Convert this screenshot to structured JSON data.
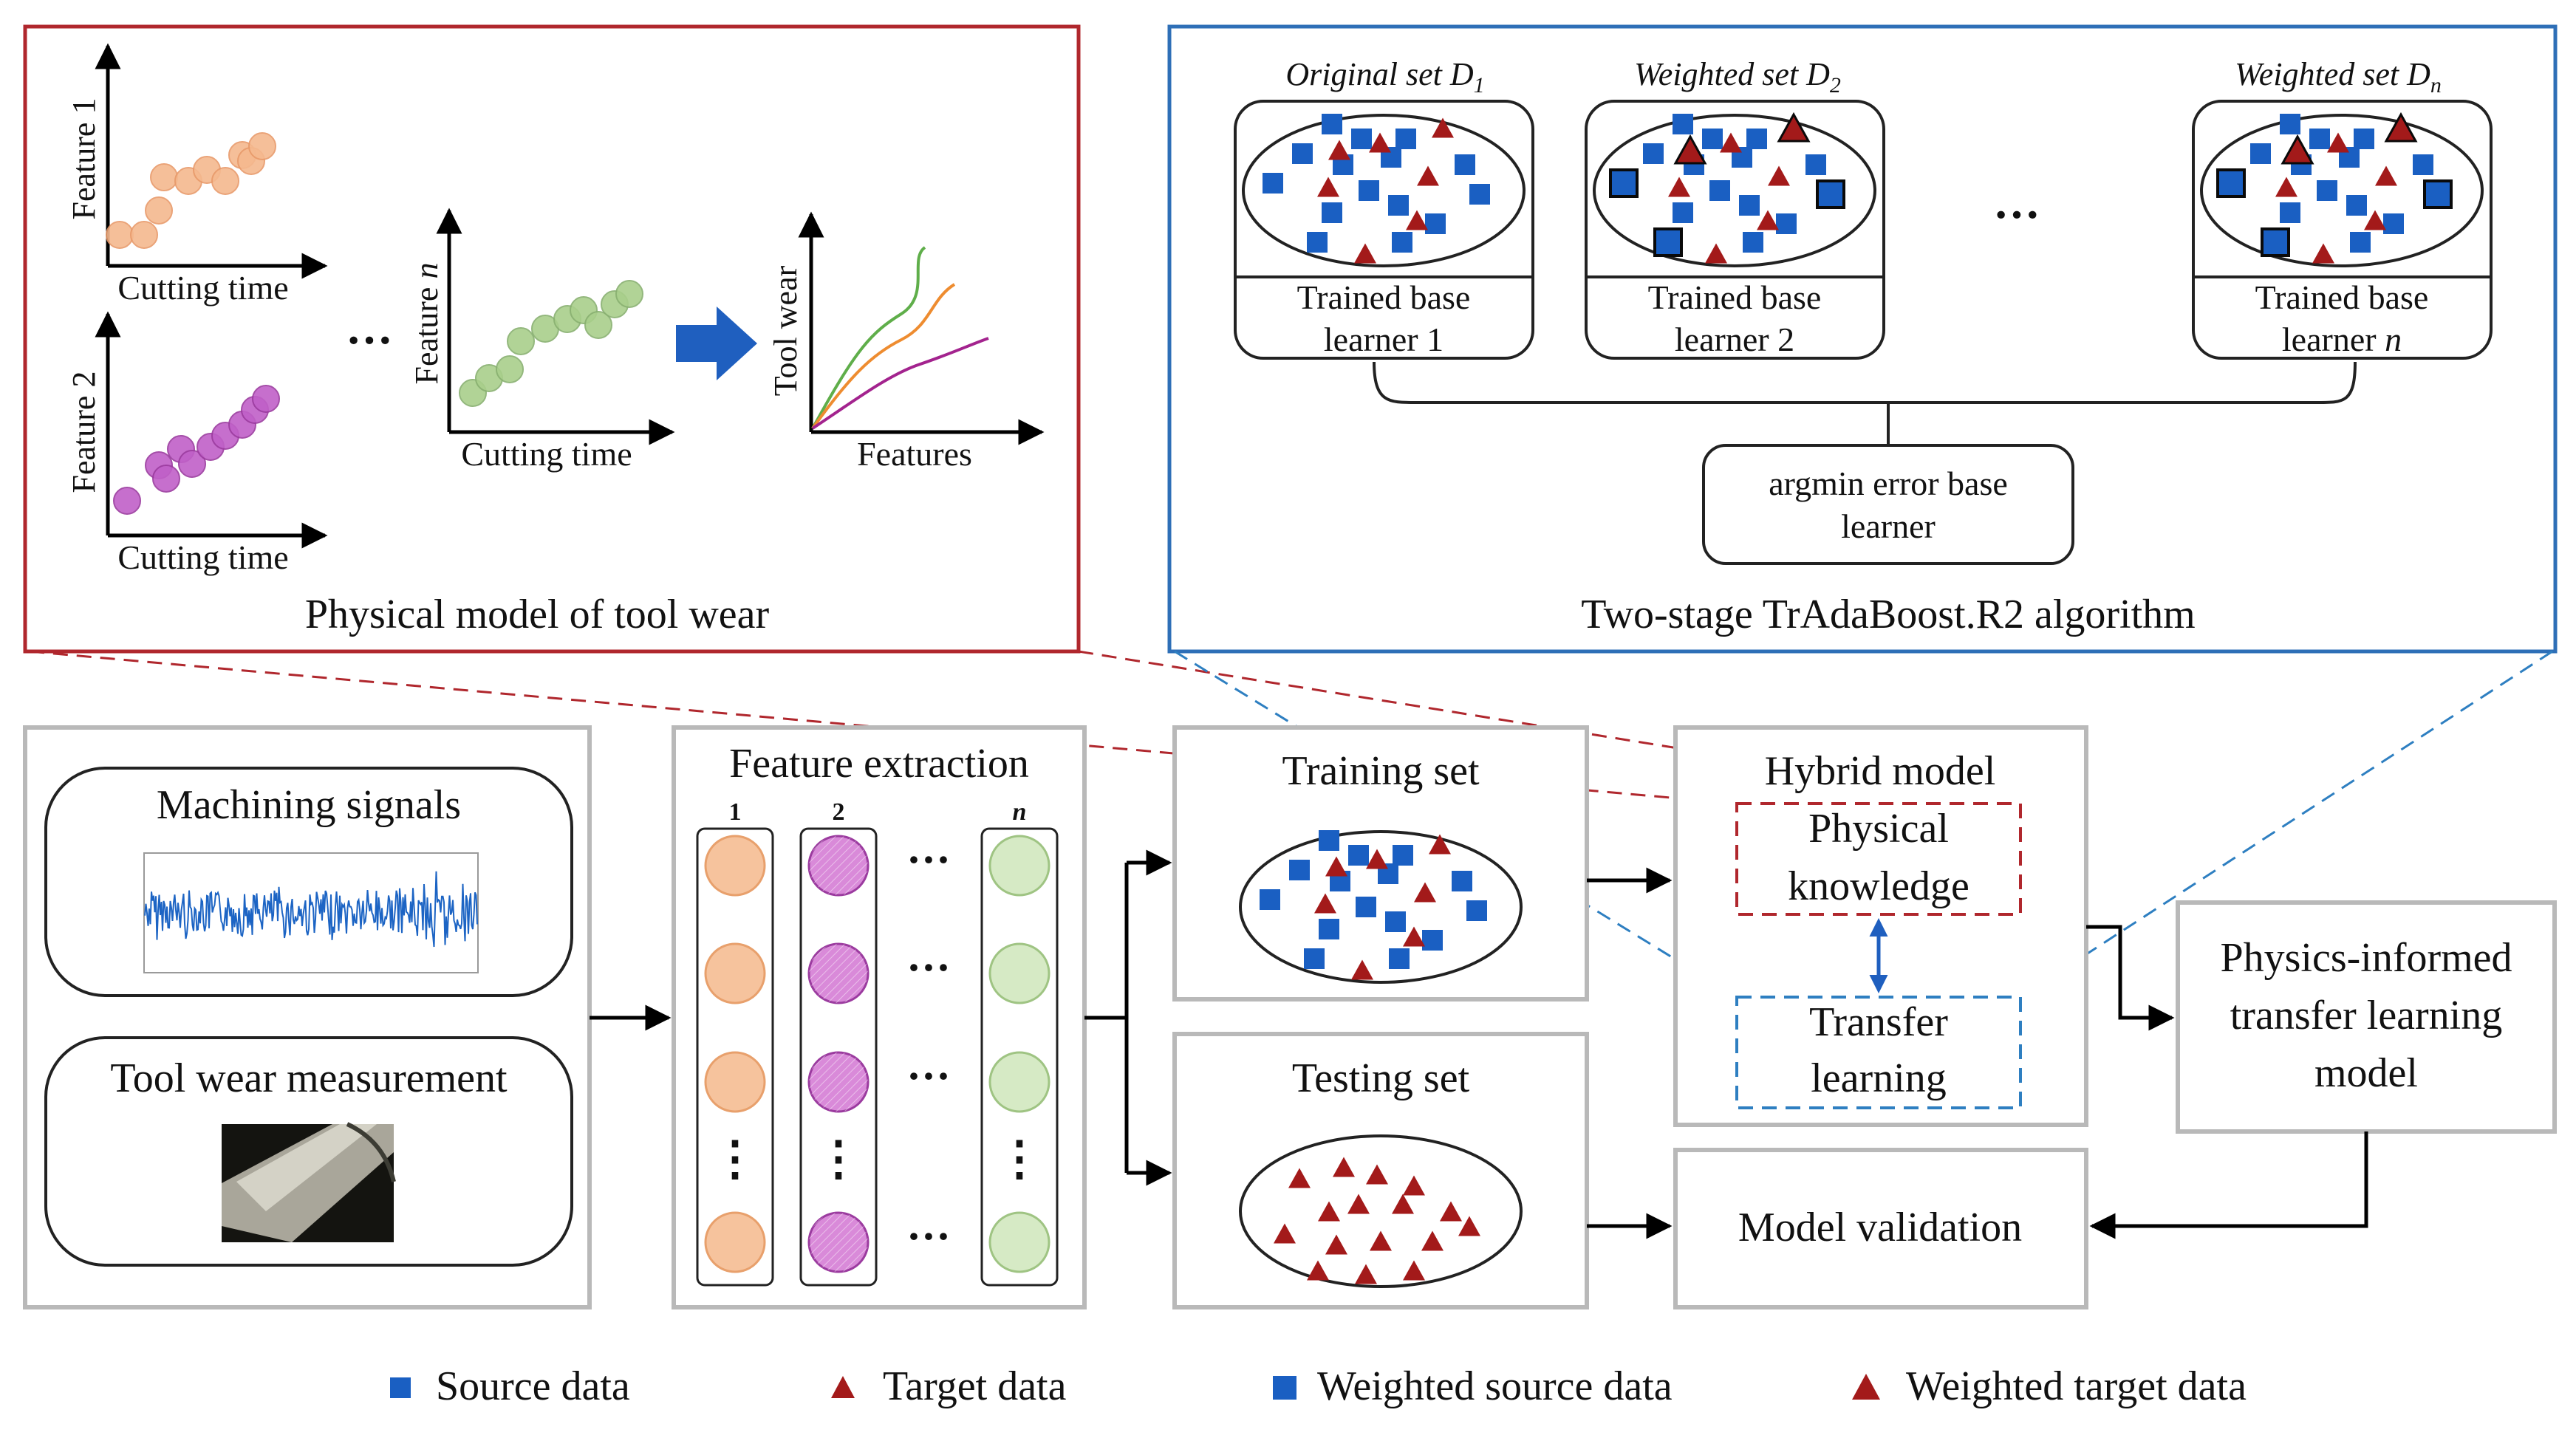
{
  "physical_panel": {
    "title": "Physical model of tool wear",
    "plot1": {
      "ylabel": "Feature 1",
      "xlabel": "Cutting time"
    },
    "plot2": {
      "ylabel": "Feature 2",
      "xlabel": "Cutting time"
    },
    "plotn": {
      "ylabel": "Feature n",
      "xlabel": "Cutting time"
    },
    "curve_plot": {
      "ylabel": "Tool wear",
      "xlabel": "Features"
    },
    "ellipsis": "···",
    "colors": {
      "peach": "#f5b98f",
      "magenta": "#c060c8",
      "green": "#a9cf8b",
      "arrow": "#1f5fbf",
      "frame": "#b0272d"
    }
  },
  "tradaboost_panel": {
    "title": "Two-stage TrAdaBoost.R2 algorithm",
    "sets": [
      {
        "set_label": "Original set D",
        "subscript": "1",
        "learner_line1": "Trained base",
        "learner_line2": "learner 1"
      },
      {
        "set_label": "Weighted set D",
        "subscript": "2",
        "learner_line1": "Trained base",
        "learner_line2": "learner 2"
      },
      {
        "set_label": "Weighted set D",
        "subscript": "n",
        "learner_line1": "Trained base",
        "learner_line2": "learner n"
      }
    ],
    "ellipsis": "···",
    "argmin_line1": "argmin error base",
    "argmin_line2": "learner",
    "colors": {
      "frame": "#2e6fb7"
    }
  },
  "workflow": {
    "machining_signals": "Machining signals",
    "tool_wear_measurement": "Tool wear measurement",
    "feature_extraction": {
      "title": "Feature extraction",
      "columns": [
        "1",
        "2",
        "n"
      ],
      "ellipsis": "···",
      "vdots": "⋮"
    },
    "training_set": "Training set",
    "testing_set": "Testing set",
    "hybrid_model": {
      "title": "Hybrid model",
      "physical_line1": "Physical",
      "physical_line2": "knowledge",
      "transfer_line1": "Transfer",
      "transfer_line2": "learning"
    },
    "pitl_line1": "Physics-informed",
    "pitl_line2": "transfer learning",
    "pitl_line3": "model",
    "model_validation": "Model validation"
  },
  "legend": [
    {
      "label": "Source data",
      "marker": "small-square"
    },
    {
      "label": "Target data",
      "marker": "small-triangle"
    },
    {
      "label": "Weighted source data",
      "marker": "big-square"
    },
    {
      "label": "Weighted target data",
      "marker": "big-triangle"
    }
  ],
  "colors": {
    "source": "#1a5fc2",
    "target": "#a31a1a",
    "box_border": "#b9b9b9",
    "red_dash": "#b0272d",
    "blue_dash": "#2e7fc1"
  }
}
